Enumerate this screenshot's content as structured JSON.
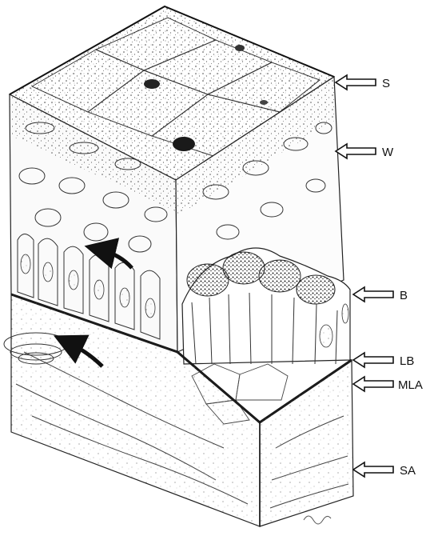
{
  "labels": {
    "s": "S",
    "w": "W",
    "b": "B",
    "lb": "LB",
    "mla": "MLA",
    "sa": "SA"
  },
  "colors": {
    "ink": "#1a1a1a",
    "paper": "#ffffff"
  }
}
